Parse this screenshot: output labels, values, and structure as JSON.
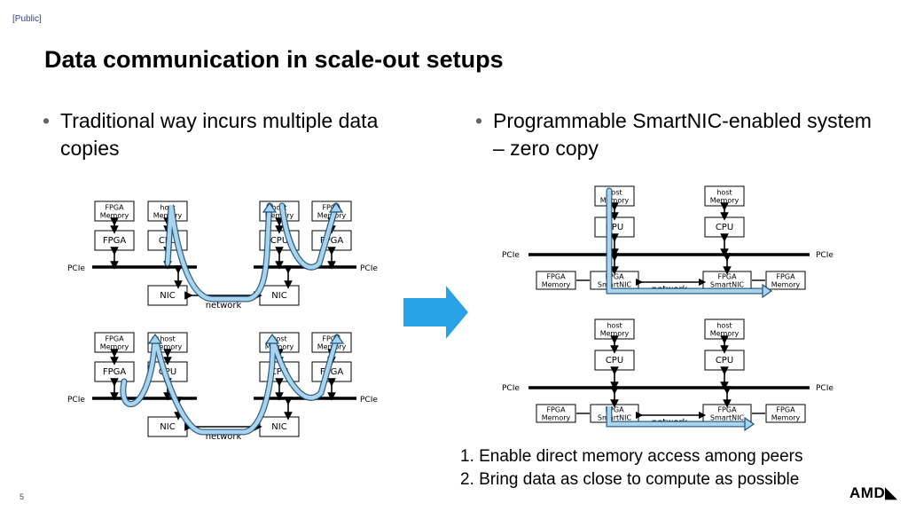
{
  "header": {
    "classification": "[Public]",
    "title": "Data communication in scale-out setups"
  },
  "left": {
    "bullet": "Traditional way incurs multiple data copies"
  },
  "right": {
    "bullet": "Programmable SmartNIC-enabled system – zero copy"
  },
  "notes": [
    "1. Enable direct memory access among peers",
    "2. Bring data as close to compute as possible"
  ],
  "footer": {
    "page_number": "5",
    "logo_text": "AMD◣"
  },
  "diagram_labels": {
    "fpga_memory_line1": "FPGA",
    "fpga_memory_line2": "Memory",
    "host_memory_line1": "host",
    "host_memory_line2": "Memory",
    "fpga": "FPGA",
    "cpu": "CPU",
    "nic": "NIC",
    "pcie": "PCIe",
    "network": "network",
    "smartnic_line1": "FPGA",
    "smartnic_line2": "SmartNIC"
  },
  "colors": {
    "arrow_fill": "#29a3e8",
    "arrow_stroke": "#1a5f9a",
    "path_blue": "#a8d4ee",
    "path_stroke": "#1f4f7a"
  }
}
